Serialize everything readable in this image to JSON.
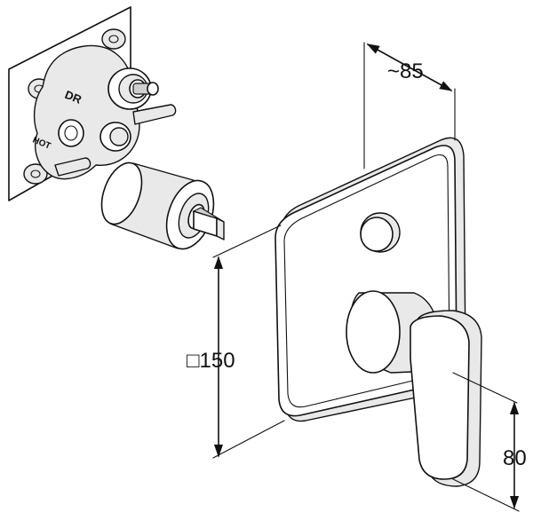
{
  "dimensions": {
    "depth": "~85",
    "plate_size_symbol": "□",
    "plate_size": "150",
    "handle_height": "80"
  },
  "body_markings": {
    "top_label": "DR",
    "bottom_label": "HOT"
  }
}
